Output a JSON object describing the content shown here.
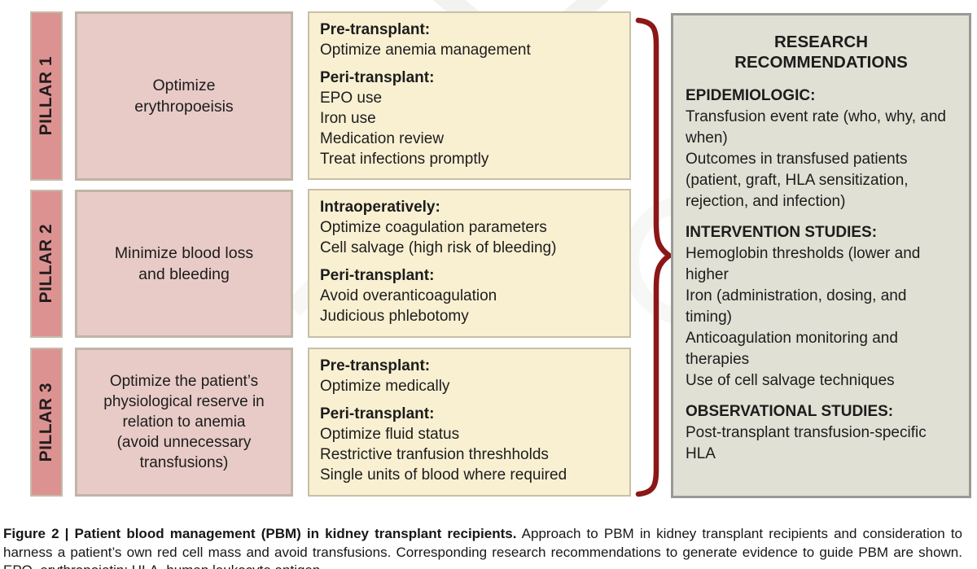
{
  "colors": {
    "pillar_label_bg": "#dd9292",
    "pink_box_bg": "#e8cbc7",
    "cream_box_bg": "#f9f0d2",
    "research_box_bg": "#e1e0d4",
    "box_border_tan": "#bfb5a5",
    "research_border": "#999996",
    "brace_red": "#8b1717",
    "text": "#1c1c1c"
  },
  "pillars": [
    {
      "label": "PILLAR 1",
      "summary": "Optimize\nerythropoeisis",
      "sections": [
        {
          "heading": "Pre-transplant:",
          "items": [
            "Optimize anemia management"
          ]
        },
        {
          "heading": "Peri-transplant:",
          "items": [
            "EPO use",
            "Iron use",
            "Medication review",
            "Treat infections promptly"
          ]
        }
      ]
    },
    {
      "label": "PILLAR 2",
      "summary": "Minimize blood loss\nand bleeding",
      "sections": [
        {
          "heading": "Intraoperatively:",
          "items": [
            "Optimize coagulation parameters",
            "Cell salvage (high risk of bleeding)"
          ]
        },
        {
          "heading": "Peri-transplant:",
          "items": [
            "Avoid overanticoagulation",
            "Judicious phlebotomy"
          ]
        }
      ]
    },
    {
      "label": "PILLAR 3",
      "summary": "Optimize the patient’s\nphysiological reserve in\nrelation to anemia\n(avoid unnecessary\ntransfusions)",
      "sections": [
        {
          "heading": "Pre-transplant:",
          "items": [
            "Optimize medically"
          ]
        },
        {
          "heading": "Peri-transplant:",
          "items": [
            "Optimize fluid status",
            "Restrictive tranfusion threshholds",
            "Single units of blood where required"
          ]
        }
      ]
    }
  ],
  "research": {
    "title": "RESEARCH\nRECOMMENDATIONS",
    "sections": [
      {
        "heading": "EPIDEMIOLOGIC:",
        "items": [
          "Transfusion event rate (who, why, and when)",
          "Outcomes in transfused patients (patient, graft, HLA sensitization, rejection, and infection)"
        ]
      },
      {
        "heading": "INTERVENTION STUDIES:",
        "items": [
          "Hemoglobin thresholds (lower and higher",
          "Iron (administration, dosing, and timing)",
          "Anticoagulation monitoring and therapies",
          "Use of cell salvage techniques"
        ]
      },
      {
        "heading": "OBSERVATIONAL STUDIES:",
        "items": [
          "Post-transplant transfusion-specific HLA"
        ]
      }
    ]
  },
  "caption": {
    "label_bold": "Figure 2 | Patient blood management (PBM) in kidney transplant recipients.",
    "body": " Approach to PBM in kidney transplant recipients and consideration to harness a patient’s own red cell mass and avoid transfusions. Corresponding research recommendations to generate evidence to guide PBM are shown. EPO, erythropoietin; HLA, human leukocyte antigen."
  }
}
